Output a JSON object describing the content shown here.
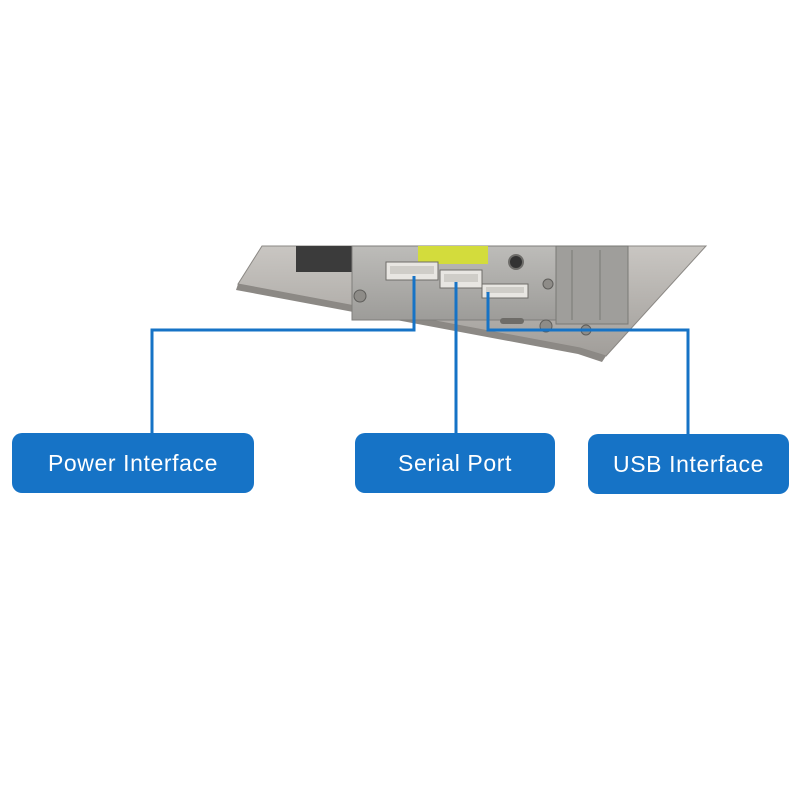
{
  "colors": {
    "callout_blue": "#1673c6",
    "plate_gray": "#b4b1ad",
    "board_gray": "#a9a8a5",
    "connector_yellow": "#d3dc3c",
    "background": "#ffffff"
  },
  "labels": {
    "power": "Power Interface",
    "serial": "Serial Port",
    "usb": "USB Interface"
  }
}
